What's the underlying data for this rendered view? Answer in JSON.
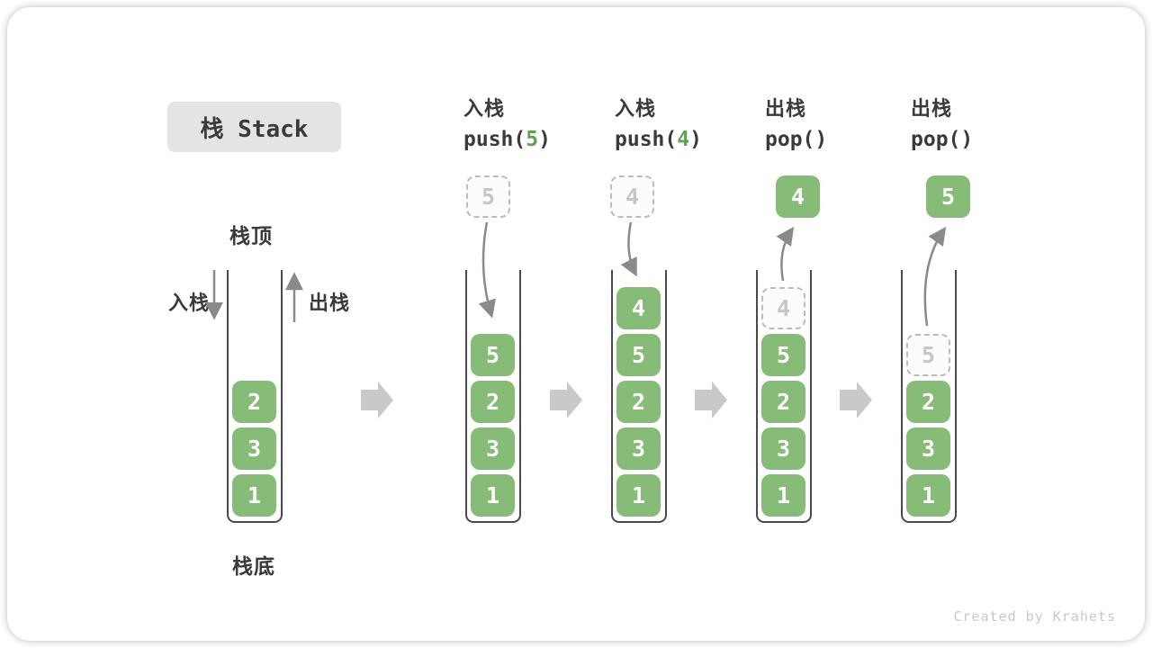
{
  "page": {
    "title": "栈 Stack",
    "watermark": "Created by Krahets"
  },
  "legend": {
    "stack_top": "栈顶",
    "stack_bottom": "栈底",
    "push_side": "入栈",
    "pop_side": "出栈"
  },
  "operations": [
    {
      "name": "入栈",
      "code_before": "push(",
      "code_arg": "5",
      "code_after": ")"
    },
    {
      "name": "入栈",
      "code_before": "push(",
      "code_arg": "4",
      "code_after": ")"
    },
    {
      "name": "出栈",
      "code_before": "pop(",
      "code_arg": "",
      "code_after": ")"
    },
    {
      "name": "出栈",
      "code_before": "pop(",
      "code_arg": "",
      "code_after": ")"
    }
  ],
  "floating_cells": [
    {
      "value": "5",
      "style": "ghost-dashed"
    },
    {
      "value": "4",
      "style": "ghost-dashed"
    },
    {
      "value": "4",
      "style": "solid-green"
    },
    {
      "value": "5",
      "style": "solid-green"
    }
  ],
  "stacks": [
    {
      "cells": [
        {
          "value": "2"
        },
        {
          "value": "3"
        },
        {
          "value": "1"
        }
      ]
    },
    {
      "cells": [
        {
          "value": "5"
        },
        {
          "value": "2"
        },
        {
          "value": "3"
        },
        {
          "value": "1"
        }
      ]
    },
    {
      "cells": [
        {
          "value": "4"
        },
        {
          "value": "5"
        },
        {
          "value": "2"
        },
        {
          "value": "3"
        },
        {
          "value": "1"
        }
      ]
    },
    {
      "cells": [
        {
          "value": "4",
          "ghost": true
        },
        {
          "value": "5"
        },
        {
          "value": "2"
        },
        {
          "value": "3"
        },
        {
          "value": "1"
        }
      ]
    },
    {
      "cells": [
        {
          "value": "5",
          "ghost": true
        },
        {
          "value": "2"
        },
        {
          "value": "3"
        },
        {
          "value": "1"
        }
      ]
    }
  ],
  "colors": {
    "cell_green": "#86bb78",
    "code_arg_green": "#5fa351",
    "ghost_border": "#bcbcbc",
    "ghost_text": "#c6c6c6",
    "flow_arrow_gray": "#8a8a8a",
    "block_arrow_gray": "#c9c9c9",
    "text_dark": "#3a3a3a",
    "title_bg": "#e4e4e4"
  }
}
